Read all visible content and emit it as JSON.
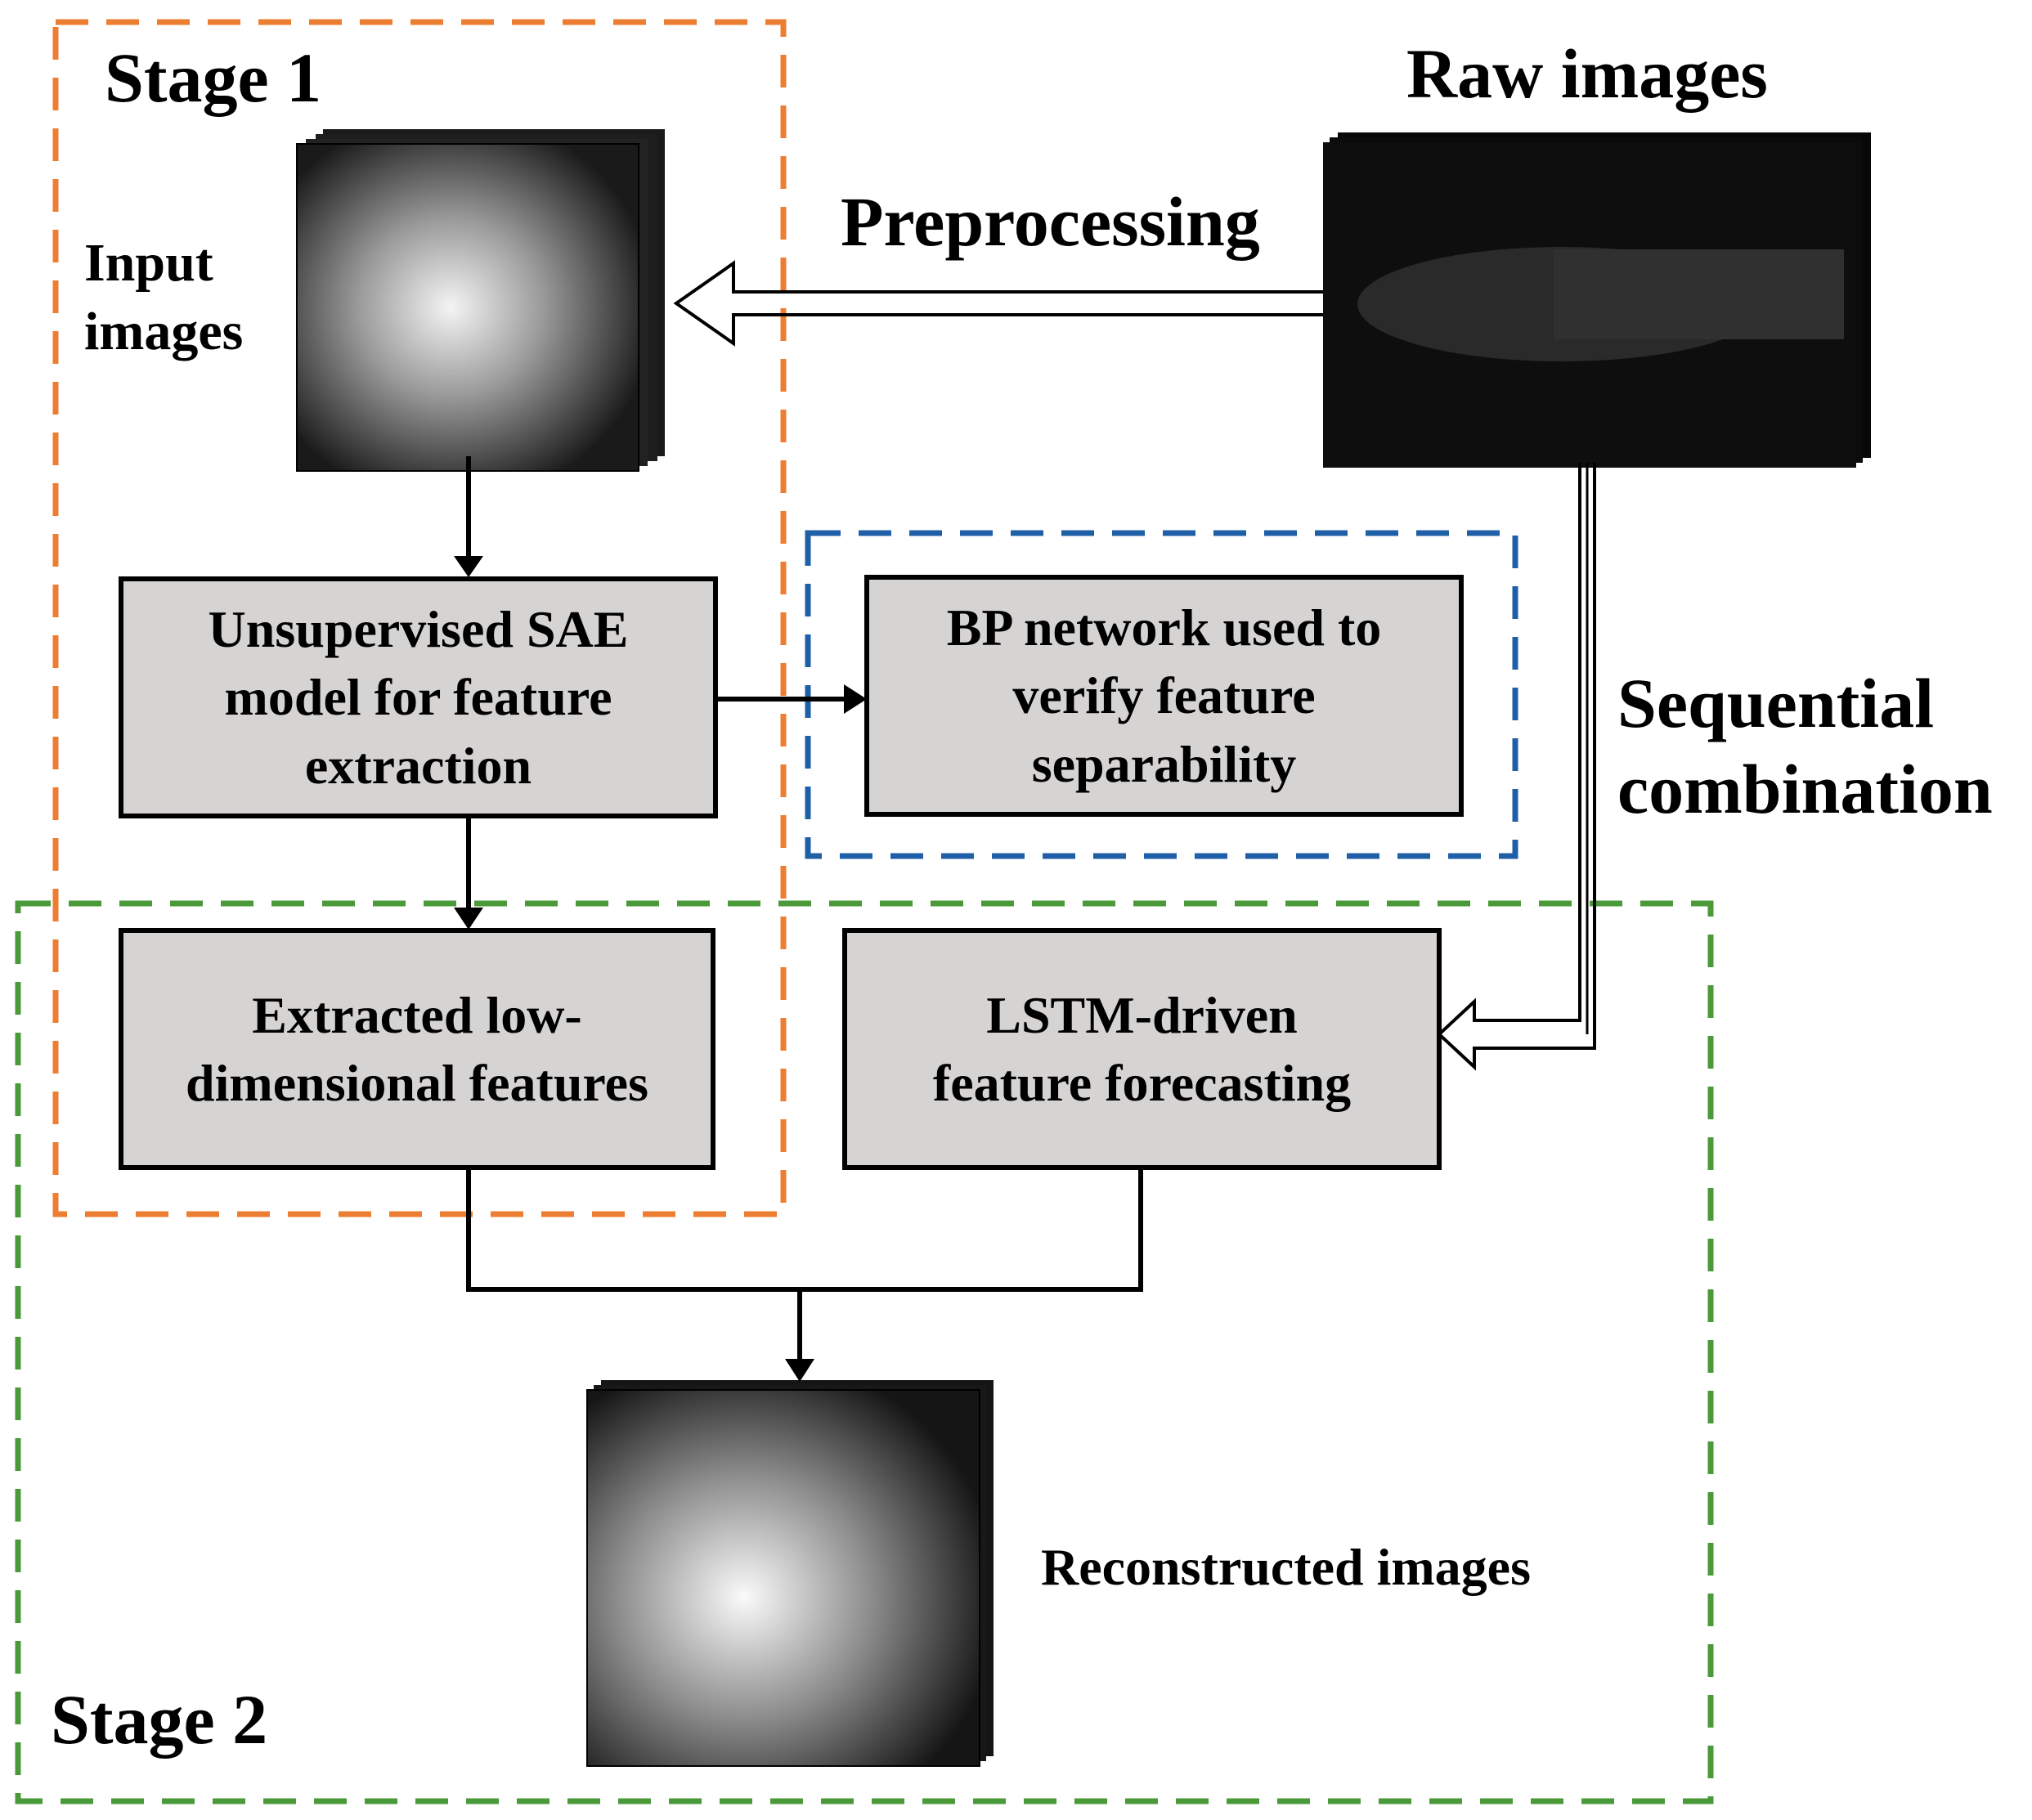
{
  "stage1": {
    "title": "Stage 1"
  },
  "stage2": {
    "title": "Stage 2"
  },
  "raw": {
    "label": "Raw images"
  },
  "input": {
    "label_line1": "Input",
    "label_line2": "images"
  },
  "preprocessing": {
    "label": "Preprocessing"
  },
  "sequential": {
    "label_line1": "Sequential",
    "label_line2": "combination"
  },
  "sae": {
    "line1": "Unsupervised SAE",
    "line2": "model for feature",
    "line3": "extraction"
  },
  "bp": {
    "line1": "BP network used to",
    "line2": "verify feature",
    "line3": "separability"
  },
  "extracted": {
    "line1": "Extracted low-",
    "line2": "dimensional features"
  },
  "lstm": {
    "line1": "LSTM-driven",
    "line2": "feature forecasting"
  },
  "reconstructed": {
    "label": "Reconstructed images"
  },
  "colors": {
    "stage1_border": "#ed7d31",
    "stage2_border": "#4a9a3a",
    "bp_border": "#1f5fa8",
    "box_fill": "#d6d3d3"
  }
}
